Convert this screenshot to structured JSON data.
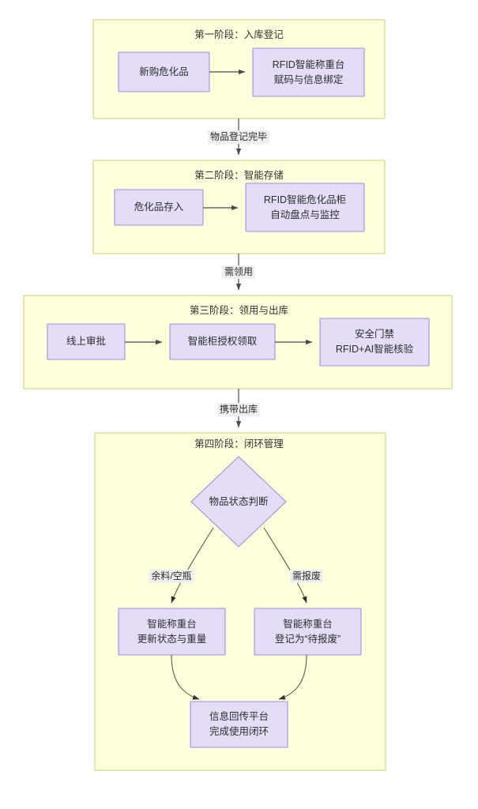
{
  "diagram": {
    "type": "flowchart",
    "direction": "top-down",
    "title_visible": false,
    "colors": {
      "cluster_fill": "#ffffde",
      "cluster_stroke": "#d6d68a",
      "node_fill": "#e5ddf8",
      "node_stroke": "#9d8fd6",
      "edge_stroke": "#4b4b4b",
      "edge_label_bg": "#efefef",
      "text": "#2b2b2b",
      "page_background": "#ffffff"
    }
  },
  "stages": [
    {
      "id": "stage1",
      "title": "第一阶段：入库登记",
      "nodes": [
        {
          "id": "s1n1",
          "label_lines": [
            "新购危化品"
          ],
          "shape": "rect"
        },
        {
          "id": "s1n2",
          "label_lines": [
            "RFID智能称重台",
            "赋码与信息绑定"
          ],
          "shape": "rect"
        }
      ],
      "edges": [
        {
          "from": "s1n1",
          "to": "s1n2",
          "label": ""
        }
      ]
    },
    {
      "id": "stage2",
      "title": "第二阶段：智能存储",
      "nodes": [
        {
          "id": "s2n1",
          "label_lines": [
            "危化品存入"
          ],
          "shape": "rect"
        },
        {
          "id": "s2n2",
          "label_lines": [
            "RFID智能危化品柜",
            "自动盘点与监控"
          ],
          "shape": "rect"
        }
      ],
      "edges": [
        {
          "from": "s2n1",
          "to": "s2n2",
          "label": ""
        }
      ]
    },
    {
      "id": "stage3",
      "title": "第三阶段：领用与出库",
      "nodes": [
        {
          "id": "s3n1",
          "label_lines": [
            "线上审批"
          ],
          "shape": "rect"
        },
        {
          "id": "s3n2",
          "label_lines": [
            "智能柜授权领取"
          ],
          "shape": "rect"
        },
        {
          "id": "s3n3",
          "label_lines": [
            "安全门禁",
            "RFID+AI智能核验"
          ],
          "shape": "rect"
        }
      ],
      "edges": [
        {
          "from": "s3n1",
          "to": "s3n2",
          "label": ""
        },
        {
          "from": "s3n2",
          "to": "s3n3",
          "label": ""
        }
      ]
    },
    {
      "id": "stage4",
      "title": "第四阶段：闭环管理",
      "nodes": [
        {
          "id": "s4d1",
          "label_lines": [
            "物品状态判断"
          ],
          "shape": "diamond"
        },
        {
          "id": "s4n1",
          "label_lines": [
            "智能称重台",
            "更新状态与重量"
          ],
          "shape": "rect"
        },
        {
          "id": "s4n2",
          "label_lines": [
            "智能称重台",
            "登记为“待报废”"
          ],
          "shape": "rect"
        },
        {
          "id": "s4n3",
          "label_lines": [
            "信息回传平台",
            "完成使用闭环"
          ],
          "shape": "rect"
        }
      ],
      "edges": [
        {
          "from": "s4d1",
          "to": "s4n1",
          "label": "余料/空瓶"
        },
        {
          "from": "s4d1",
          "to": "s4n2",
          "label": "需报废"
        },
        {
          "from": "s4n1",
          "to": "s4n3",
          "label": ""
        },
        {
          "from": "s4n2",
          "to": "s4n3",
          "label": ""
        }
      ]
    }
  ],
  "stage_connectors": [
    {
      "from": "stage1",
      "to": "stage2",
      "label": "物品登记完毕"
    },
    {
      "from": "stage2",
      "to": "stage3",
      "label": "需领用"
    },
    {
      "from": "stage3",
      "to": "stage4",
      "label": "携带出库"
    }
  ]
}
